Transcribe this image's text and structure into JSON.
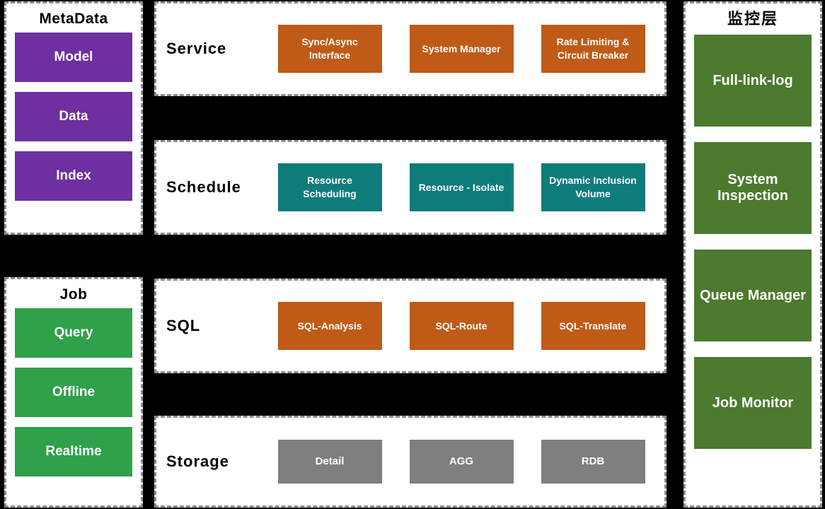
{
  "colors": {
    "purple": "#6E2FA0",
    "green": "#2FA14B",
    "olive": "#4C7A2E",
    "orange": "#C05A17",
    "teal": "#0F7C7C",
    "gray": "#7F7F7F",
    "panel_border": "#8C8C8C",
    "background": "#000000"
  },
  "metadata": {
    "title": "MetaData",
    "items": [
      {
        "label": "Model"
      },
      {
        "label": "Data"
      },
      {
        "label": "Index"
      }
    ]
  },
  "job": {
    "title": "Job",
    "items": [
      {
        "label": "Query"
      },
      {
        "label": "Offline"
      },
      {
        "label": "Realtime"
      }
    ]
  },
  "monitor": {
    "title": "监控层",
    "items": [
      {
        "label": "Full-link-log"
      },
      {
        "label": "System Inspection"
      },
      {
        "label": "Queue Manager"
      },
      {
        "label": "Job Monitor"
      }
    ]
  },
  "rows": [
    {
      "label": "Service",
      "boxes": [
        {
          "label": "Sync/Async Interface"
        },
        {
          "label": "System Manager"
        },
        {
          "label": "Rate Limiting & Circuit Breaker"
        }
      ]
    },
    {
      "label": "Schedule",
      "boxes": [
        {
          "label": "Resource Scheduling"
        },
        {
          "label": "Resource - Isolate"
        },
        {
          "label": "Dynamic Inclusion Volume"
        }
      ]
    },
    {
      "label": "SQL",
      "boxes": [
        {
          "label": "SQL-Analysis"
        },
        {
          "label": "SQL-Route"
        },
        {
          "label": "SQL-Translate"
        }
      ]
    },
    {
      "label": "Storage",
      "boxes": [
        {
          "label": "Detail"
        },
        {
          "label": "AGG"
        },
        {
          "label": "RDB"
        }
      ]
    }
  ]
}
